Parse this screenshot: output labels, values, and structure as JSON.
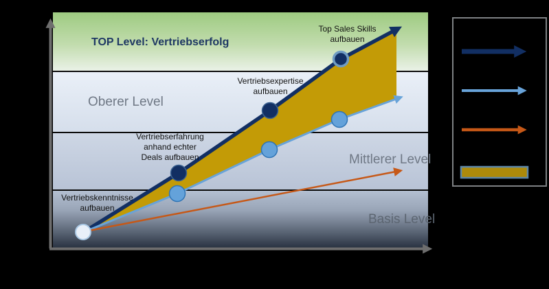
{
  "chart": {
    "top_level_label": "TOP Level: Vertriebserfolg",
    "level_labels": {
      "oberer": "Oberer Level",
      "mittlerer": "Mittlerer Level",
      "basis": "Basis Level"
    },
    "milestones": [
      {
        "lines": [
          "Vertriebskenntnisse",
          "aufbauen"
        ]
      },
      {
        "lines": [
          "Vertriebserfahrung",
          "anhand echter",
          "Deals aufbauen"
        ]
      },
      {
        "lines": [
          "Vertriebsexpertise",
          "aufbauen"
        ]
      },
      {
        "lines": [
          "Top Sales Skills",
          "aufbauen"
        ]
      }
    ]
  },
  "legend": {
    "items": [
      {
        "icon": "dark-blue-arrow-icon",
        "color": "#12305f"
      },
      {
        "icon": "light-blue-arrow-icon",
        "color": "#68a3d9"
      },
      {
        "icon": "orange-arrow-icon",
        "color": "#c65817"
      },
      {
        "icon": "gold-area-swatch-icon",
        "color": "#ad8a0b"
      }
    ]
  },
  "colors": {
    "canvas_background": "#000000",
    "top_band_green": "#9ecb81",
    "navy_path": "#122f63",
    "light_blue_path": "#68a3d9",
    "orange_path": "#c65817",
    "gap_area_gold": "#c39b06",
    "axis_gray": "#6e6e6e",
    "top_level_text": "#1f3864",
    "level_label_text": "#6f7885"
  },
  "chart_data": {
    "type": "area",
    "title": "TOP Level: Vertriebserfolg",
    "x_axis": {
      "ticks": [],
      "label_visible": false
    },
    "y_axis": {
      "bands_bottom_to_top": [
        "Basis Level",
        "Mittlerer Level",
        "Oberer Level",
        "TOP Level: Vertriebserfolg"
      ]
    },
    "series": [
      {
        "name": "top-development-path",
        "style": "thick-arrow",
        "color": "#122f63",
        "start_level": "Basis Level",
        "end_level": "TOP Level: Vertriebserfolg",
        "milestones": [
          "Vertriebskenntnisse aufbauen",
          "Vertriebserfahrung anhand echter Deals aufbauen",
          "Vertriebsexpertise aufbauen",
          "Top Sales Skills aufbauen"
        ]
      },
      {
        "name": "mid-development-path",
        "style": "thin-arrow",
        "color": "#68a3d9",
        "start_level": "Basis Level",
        "end_level": "Oberer Level"
      },
      {
        "name": "low-development-path",
        "style": "thin-arrow",
        "color": "#c65817",
        "start_level": "Basis Level",
        "end_level": "Mittlerer Level"
      }
    ],
    "fill_between": {
      "between": [
        "top-development-path",
        "mid-development-path"
      ],
      "color": "#c39b06"
    },
    "legend_position": "outside-right",
    "grid": "horizontal-band-dividers"
  }
}
